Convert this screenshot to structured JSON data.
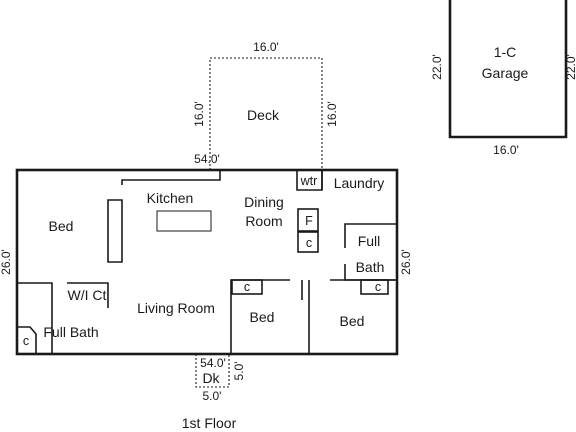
{
  "dimensions": {
    "deck_top": "16.0'",
    "deck_left": "16.0'",
    "deck_right": "16.0'",
    "house_top": "54.0'",
    "house_left": "26.0'",
    "house_right": "26.0'",
    "house_bottom": "54.0'",
    "porch_side": "5.0'",
    "porch_bottom": "5.0'",
    "garage_left": "22.0'",
    "garage_right": "22.0'",
    "garage_bottom": "16.0'"
  },
  "rooms": {
    "deck": "Deck",
    "garage_line1": "1-C",
    "garage_line2": "Garage",
    "kitchen": "Kitchen",
    "dining_line1": "Dining",
    "dining_line2": "Room",
    "laundry": "Laundry",
    "wtr": "wtr",
    "furnace": "F",
    "closet": "c",
    "bed": "Bed",
    "full_bath_line1": "Full",
    "full_bath_line2": "Bath",
    "walk_in_closet": "W/I Ct",
    "living_room": "Living Room",
    "full_bath_left": "Full Bath",
    "porch_deck": "Dk"
  },
  "caption": "1st Floor"
}
